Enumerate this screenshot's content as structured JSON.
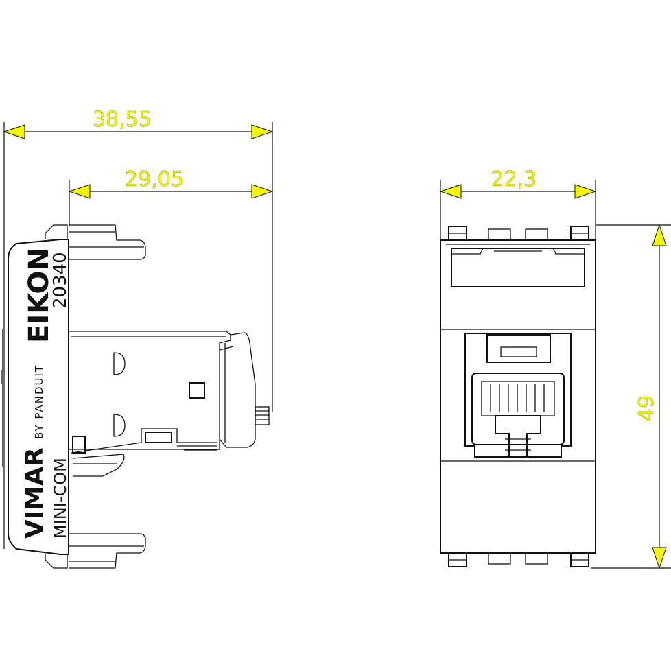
{
  "dimensions": {
    "overall_depth": "38,55",
    "body_depth": "29,05",
    "width": "22,3",
    "height": "49"
  },
  "side_view_labels": {
    "brand_top": "EIKON",
    "code": "20340",
    "by_line": "BY PANDUIT",
    "brand_bottom": "VIMAR",
    "product": "MINI-COM"
  },
  "colors": {
    "dimension_text": "#f5f500",
    "arrow_fill": "#f5f500",
    "line": "#111111"
  }
}
